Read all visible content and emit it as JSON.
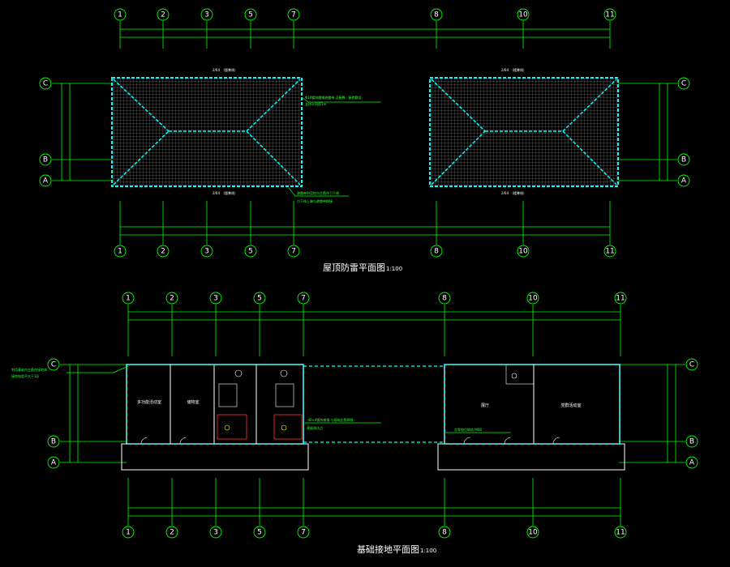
{
  "roof_plan": {
    "title": "屋顶防雷平面图",
    "scale": "1:100",
    "column_axes": [
      "1",
      "2",
      "3",
      "5",
      "7",
      "8",
      "10",
      "11"
    ],
    "row_axes": [
      "C",
      "B",
      "A"
    ]
  },
  "foundation_plan": {
    "title": "基础接地平面图",
    "scale": "1:100",
    "column_axes": [
      "1",
      "2",
      "3",
      "5",
      "7",
      "8",
      "10",
      "11"
    ],
    "row_axes": [
      "C",
      "B",
      "A"
    ]
  },
  "colors": {
    "background": "#000000",
    "grid_line": "#00ff00",
    "conductor": "#00ffff",
    "wall": "#ffffff",
    "leader": "#00ff00"
  }
}
